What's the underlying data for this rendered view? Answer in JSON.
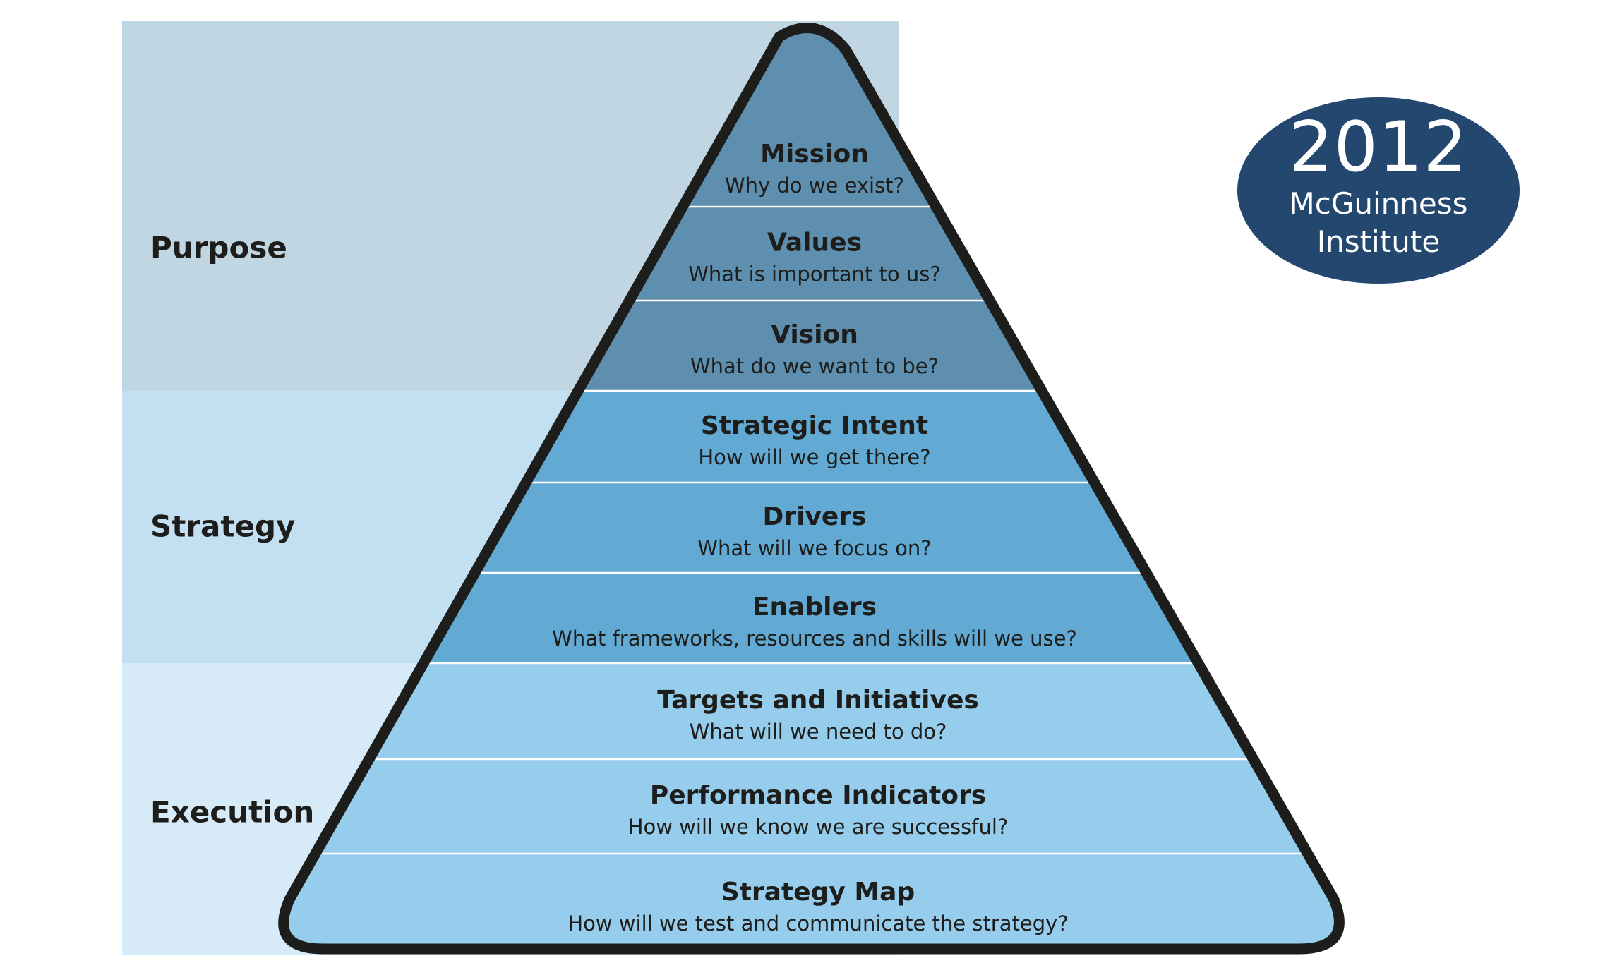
{
  "colors": {
    "purpose_band": "#c0d6e2",
    "strategy_band": "#c2e0f1",
    "execution_band": "#d6eaf7",
    "purpose_layer": "#5f8fae",
    "strategy_layer": "#62aad4",
    "execution_layer": "#97cdec",
    "outline": "#1d1d1b",
    "badge": "#23476f"
  },
  "bands": [
    {
      "name": "purpose",
      "label": "Purpose"
    },
    {
      "name": "strategy",
      "label": "Strategy"
    },
    {
      "name": "execution",
      "label": "Execution"
    }
  ],
  "layers": [
    {
      "title": "Mission",
      "question": "Why do we exist?",
      "group": "purpose"
    },
    {
      "title": "Values",
      "question": "What is important to us?",
      "group": "purpose"
    },
    {
      "title": "Vision",
      "question": "What do we want to be?",
      "group": "purpose"
    },
    {
      "title": "Strategic Intent",
      "question": "How will we get there?",
      "group": "strategy"
    },
    {
      "title": "Drivers",
      "question": "What will we focus on?",
      "group": "strategy"
    },
    {
      "title": "Enablers",
      "question": "What frameworks, resources and skills will we use?",
      "group": "strategy"
    },
    {
      "title": "Targets and Initiatives",
      "question": "What will we need to do?",
      "group": "execution"
    },
    {
      "title": "Performance Indicators",
      "question": "How will we know we are successful?",
      "group": "execution"
    },
    {
      "title": "Strategy Map",
      "question": "How will we test and communicate the strategy?",
      "group": "execution"
    }
  ],
  "badge": {
    "year": "2012",
    "org_line1": "McGuinness",
    "org_line2": "Institute"
  }
}
